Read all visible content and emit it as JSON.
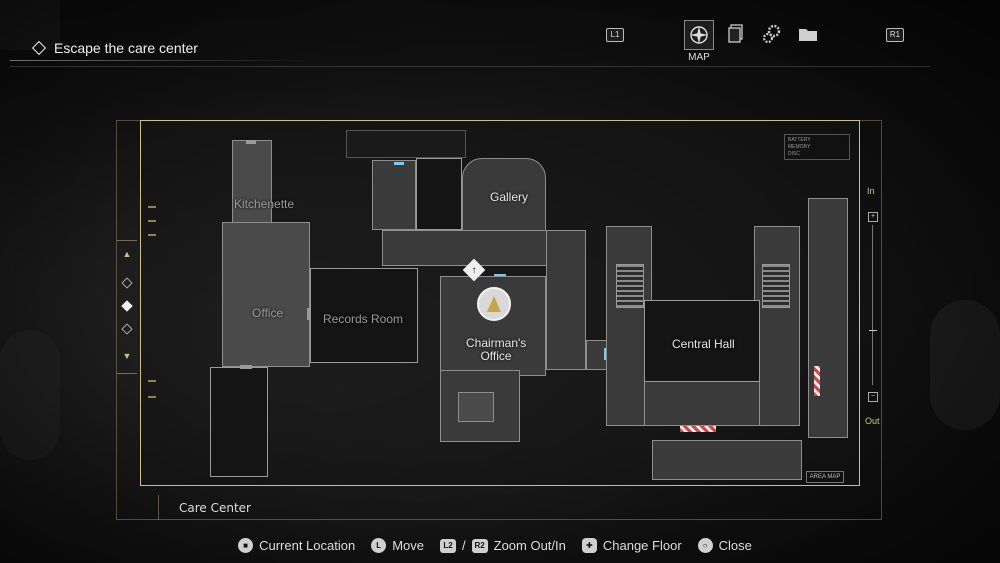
{
  "objective": {
    "text": "Escape the care center"
  },
  "tabs": {
    "left_shoulder": "L1",
    "right_shoulder": "R1",
    "active_label": "MAP",
    "items": [
      "map-compass-icon",
      "documents-icon",
      "settings-gear-icon",
      "files-folder-icon"
    ]
  },
  "map": {
    "area_name": "Care Center",
    "area_map_label": "AREA MAP",
    "legend": [
      "BATTERY",
      "MEMORY",
      "DISC"
    ],
    "rooms": {
      "kitchenette": "Kitchenette",
      "office": "Office",
      "records_room": "Records Room",
      "gallery": "Gallery",
      "chairmans_office": "Chairman's Office",
      "central_hall": "Central Hall"
    },
    "zoom": {
      "in": "In",
      "out": "Out",
      "plus": "+",
      "minus": "−"
    },
    "floor": {
      "up": "▲",
      "down": "▼"
    }
  },
  "controls": {
    "current_location": "Current Location",
    "move": "Move",
    "separator": "/",
    "zoom": "Zoom Out/In",
    "change_floor": "Change Floor",
    "close": "Close",
    "btn_l2": "L2",
    "btn_r2": "R2"
  }
}
